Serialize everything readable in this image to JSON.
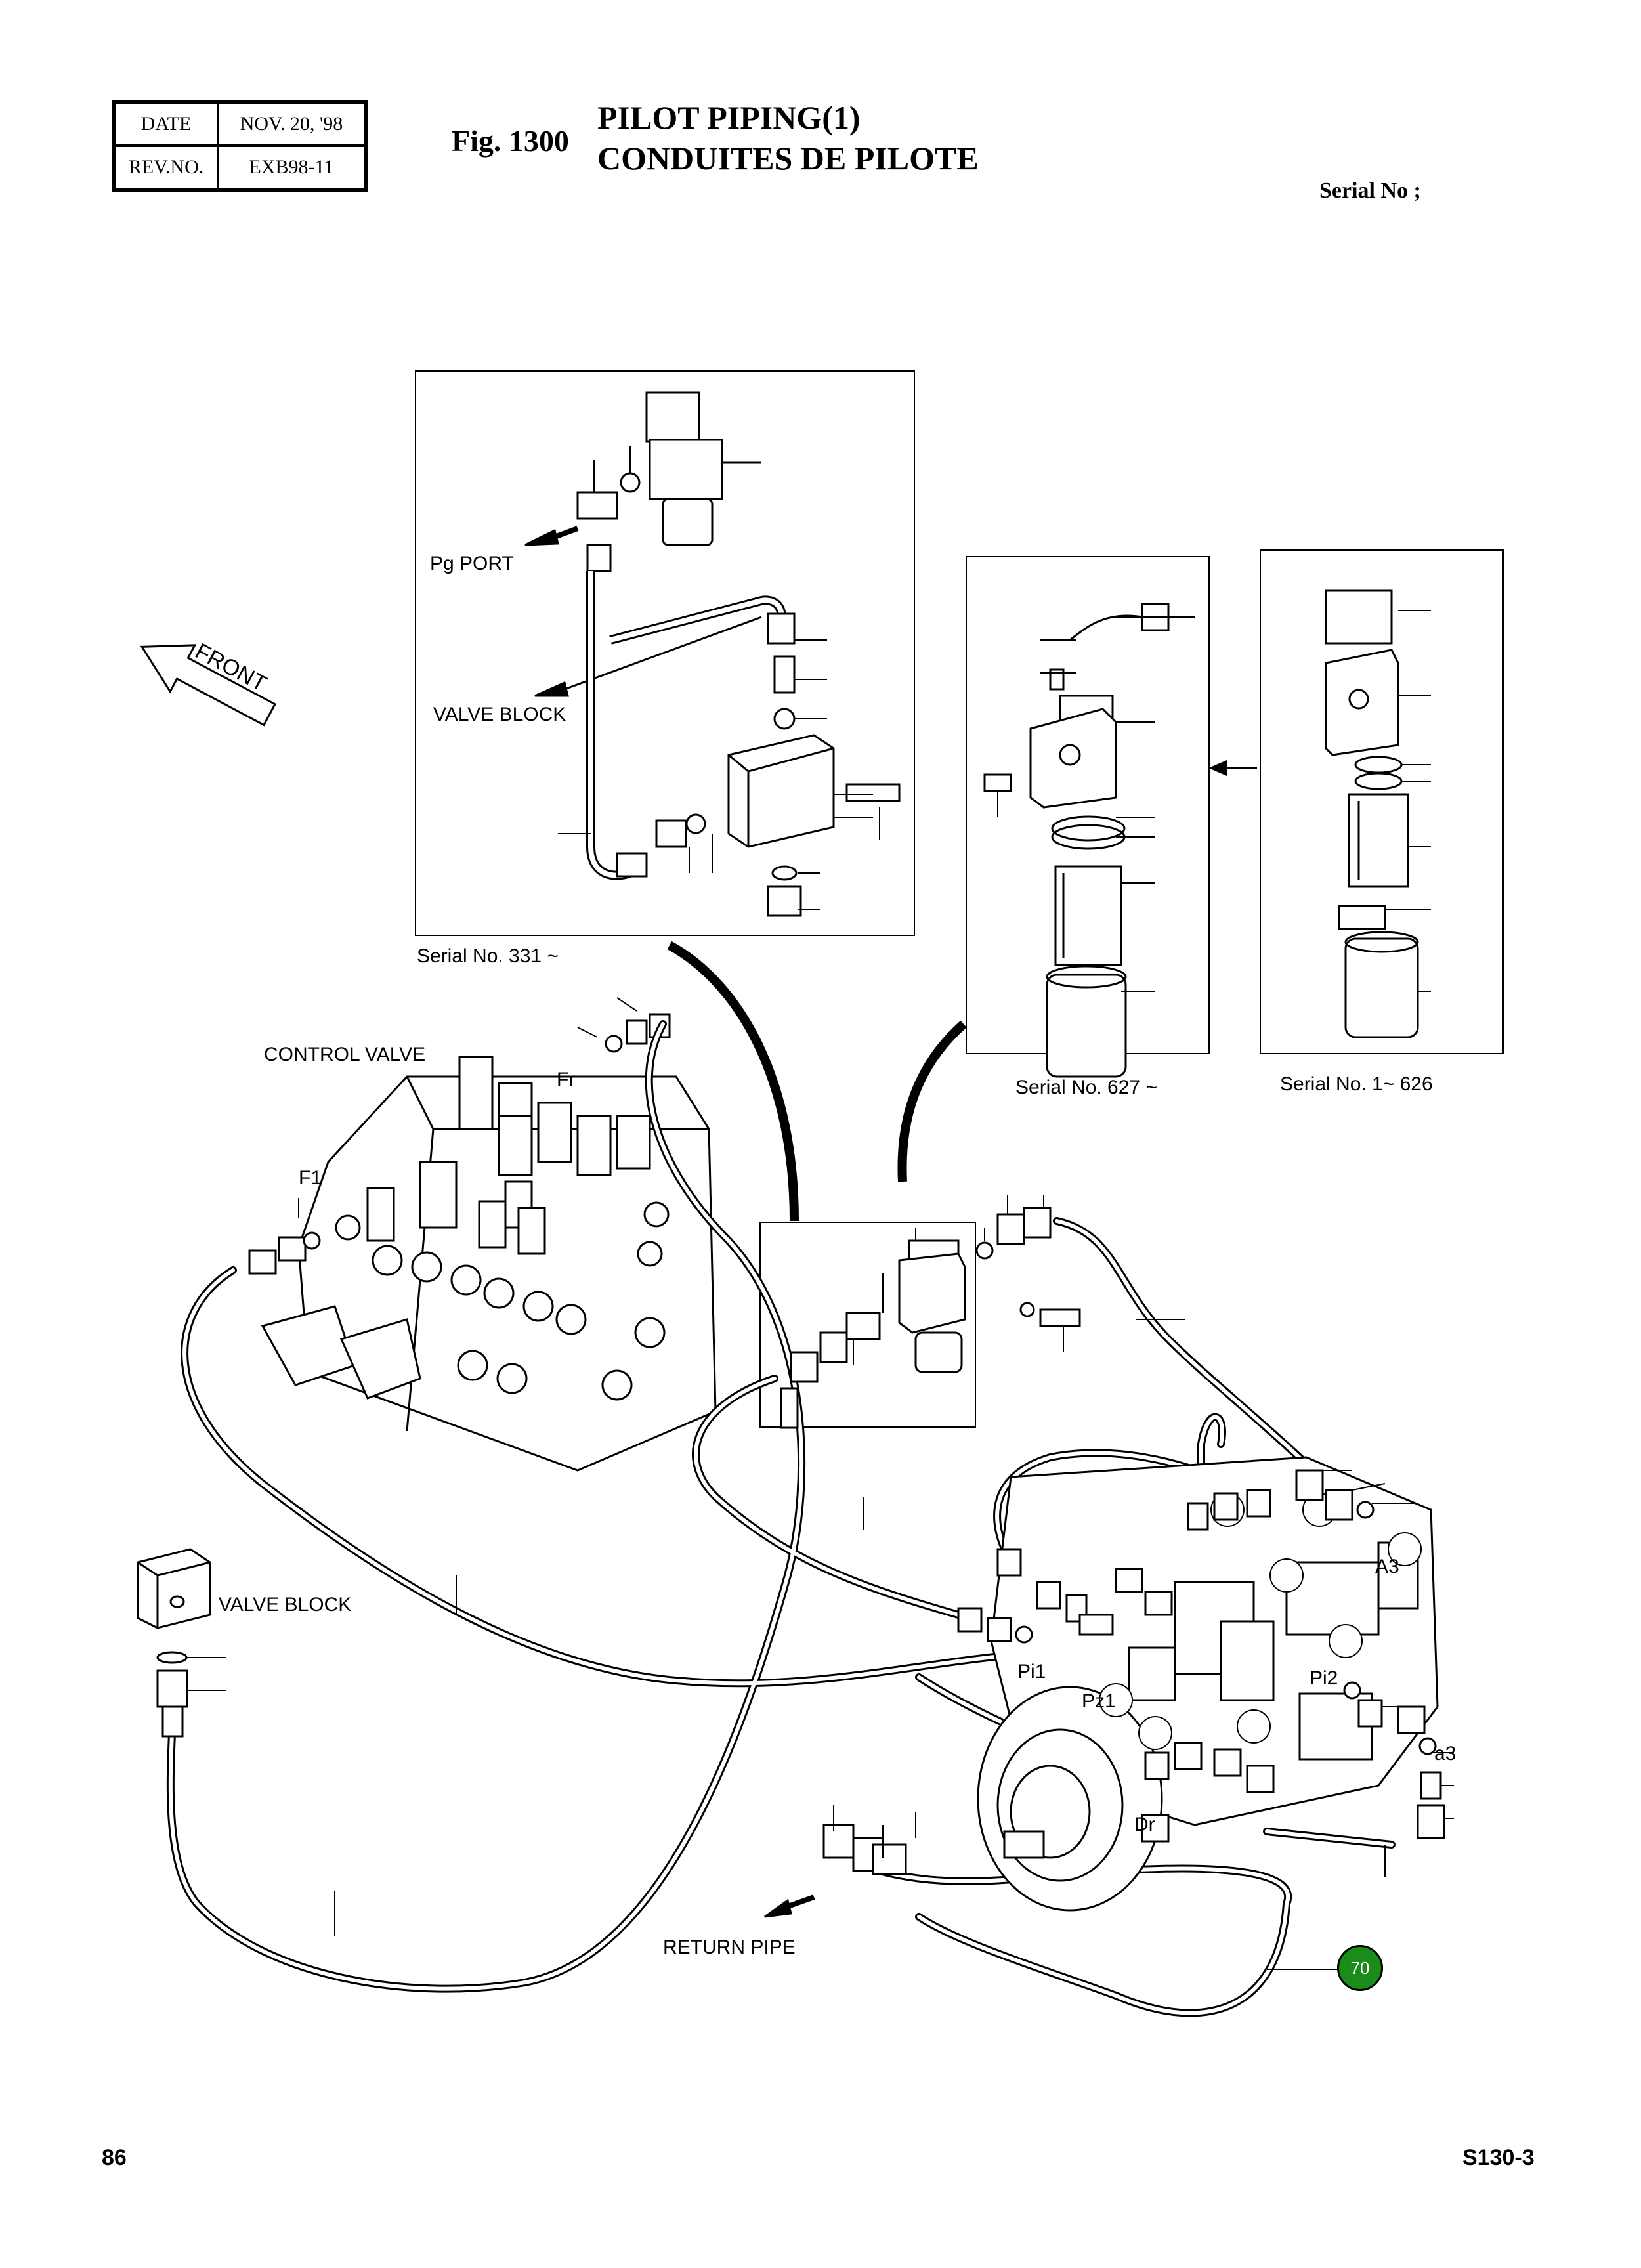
{
  "header": {
    "date_label": "DATE",
    "date_value": "NOV. 20, '98",
    "rev_label": "REV.NO.",
    "rev_value": "EXB98-11",
    "fig_label": "Fig. 1300",
    "title_en": "PILOT PIPING(1)",
    "title_fr": "CONDUITES DE PILOTE",
    "serial_label": "Serial No ;"
  },
  "labels": {
    "pg_port": "Pg PORT",
    "valve_block_top": "VALVE BLOCK",
    "serial_331": "Serial No. 331 ~",
    "serial_627": "Serial No. 627 ~",
    "serial_1_626": "Serial No. 1~ 626",
    "control_valve": "CONTROL VALVE",
    "fr": "Fr",
    "f1": "F1",
    "front": "FRONT",
    "valve_block_left": "VALVE BLOCK",
    "a3_upper": "A3",
    "pi1": "Pi1",
    "pz1": "Pz1",
    "pi2": "Pi2",
    "a3_lower": "a3",
    "dr": "Dr",
    "return_pipe": "RETURN PIPE"
  },
  "callouts": [
    {
      "number": "70",
      "color": "#1a8c1a"
    }
  ],
  "footer": {
    "page_number": "86",
    "model": "S130-3"
  }
}
